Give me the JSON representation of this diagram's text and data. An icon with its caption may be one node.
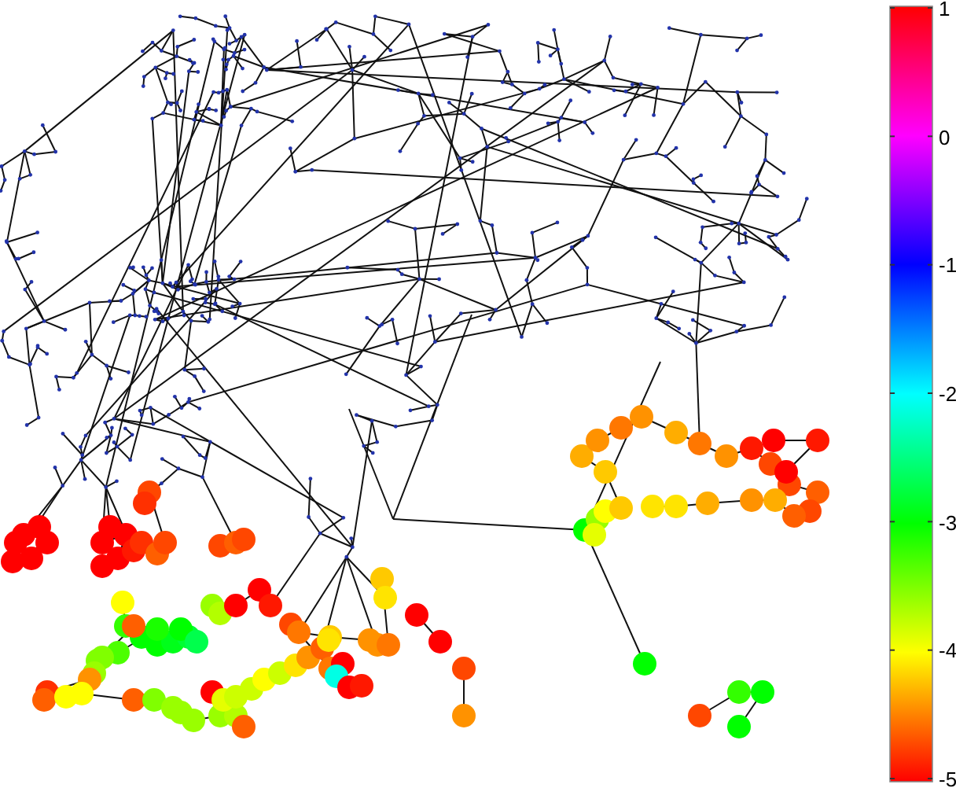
{
  "diagram": {
    "labels": [
      "1",
      "0",
      "-1",
      "-2",
      "-3",
      "-4",
      "-5"
    ]
  }
}
